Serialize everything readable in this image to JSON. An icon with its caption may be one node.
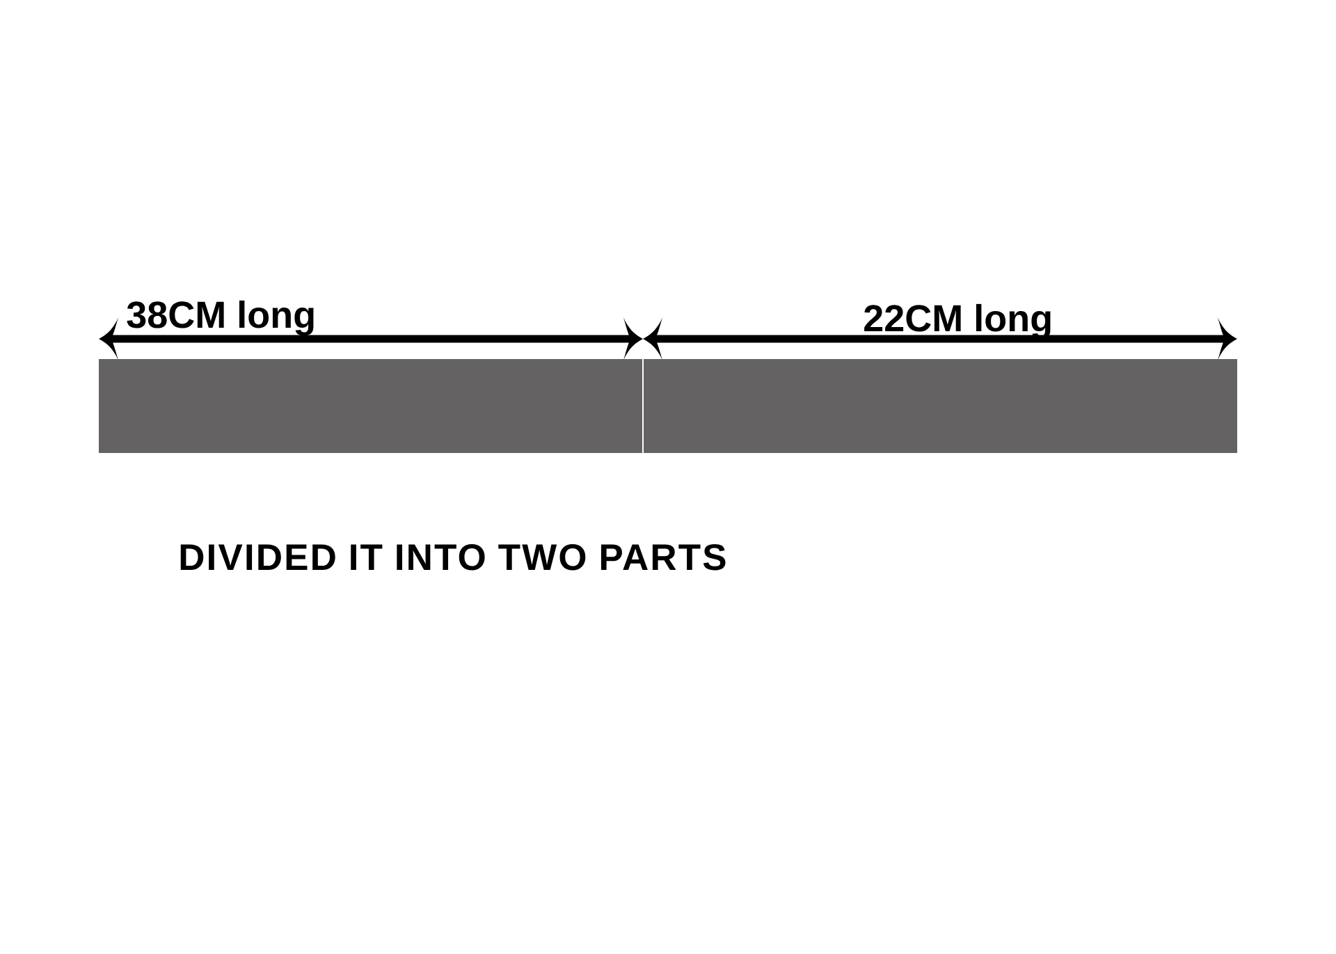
{
  "diagram": {
    "caption": "DIVIDED IT INTO TWO PARTS",
    "nodes": [
      {
        "text": [],
        "shape": "bar"
      },
      {
        "text": [],
        "shape": "bar"
      }
    ],
    "labels": [
      "38CM long",
      "22CM long"
    ]
  }
}
